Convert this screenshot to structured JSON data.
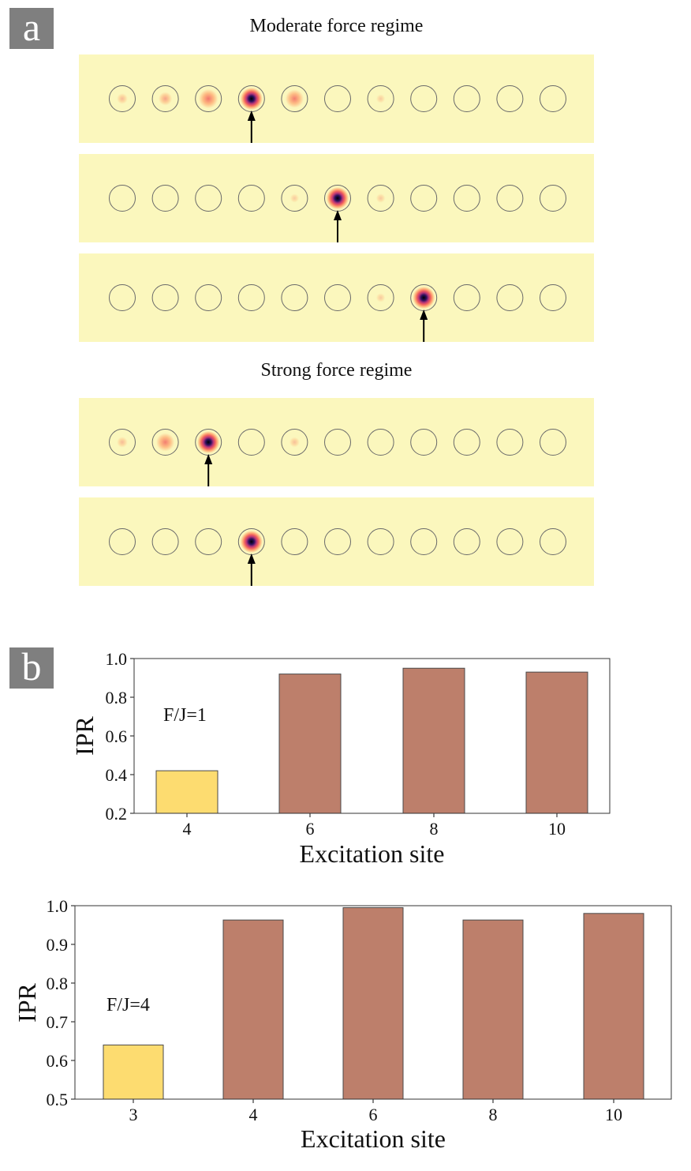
{
  "panel_a": {
    "label": "a",
    "regimes": [
      {
        "title": "Moderate force regime",
        "rows": [
          {
            "intensities": [
              0.15,
              0.3,
              0.6,
              1.0,
              0.55,
              0,
              0.05,
              0,
              0,
              0,
              0
            ],
            "arrow_site": 4
          },
          {
            "intensities": [
              0,
              0,
              0,
              0,
              0.05,
              1.0,
              0.07,
              0,
              0,
              0,
              0
            ],
            "arrow_site": 6
          },
          {
            "intensities": [
              0,
              0,
              0,
              0,
              0,
              0,
              0.06,
              1.0,
              0,
              0,
              0
            ],
            "arrow_site": 8
          }
        ]
      },
      {
        "title": "Strong force regime",
        "rows": [
          {
            "intensities": [
              0.15,
              0.55,
              1.0,
              0,
              0.12,
              0,
              0,
              0,
              0,
              0,
              0
            ],
            "arrow_site": 3
          },
          {
            "intensities": [
              0,
              0,
              0,
              1.0,
              0,
              0,
              0,
              0,
              0,
              0,
              0
            ],
            "arrow_site": 4
          }
        ]
      }
    ]
  },
  "panel_b": {
    "label": "b"
  },
  "colors": {
    "strip": "#fbf7bd",
    "highlight_bar": "#fddc70",
    "bar": "#bd7f6b",
    "edge": "#4a4a4a"
  },
  "chart_data": [
    {
      "type": "bar",
      "categories": [
        "4",
        "6",
        "8",
        "10"
      ],
      "values": [
        0.42,
        0.92,
        0.95,
        0.93
      ],
      "highlighted_category": "4",
      "annotation": "F/J=1",
      "xlabel": "Excitation site",
      "ylabel": "IPR",
      "ylim": [
        0.2,
        1.0
      ],
      "yticks": [
        "0.2",
        "0.4",
        "0.6",
        "0.8",
        "1.0"
      ],
      "grid": false,
      "legend": false
    },
    {
      "type": "bar",
      "categories": [
        "3",
        "4",
        "6",
        "8",
        "10"
      ],
      "values": [
        0.64,
        0.963,
        0.995,
        0.963,
        0.98
      ],
      "highlighted_category": "3",
      "annotation": "F/J=4",
      "xlabel": "Excitation site",
      "ylabel": "IPR",
      "ylim": [
        0.5,
        1.0
      ],
      "yticks": [
        "0.5",
        "0.6",
        "0.7",
        "0.8",
        "0.9",
        "1.0"
      ],
      "grid": false,
      "legend": false
    }
  ]
}
